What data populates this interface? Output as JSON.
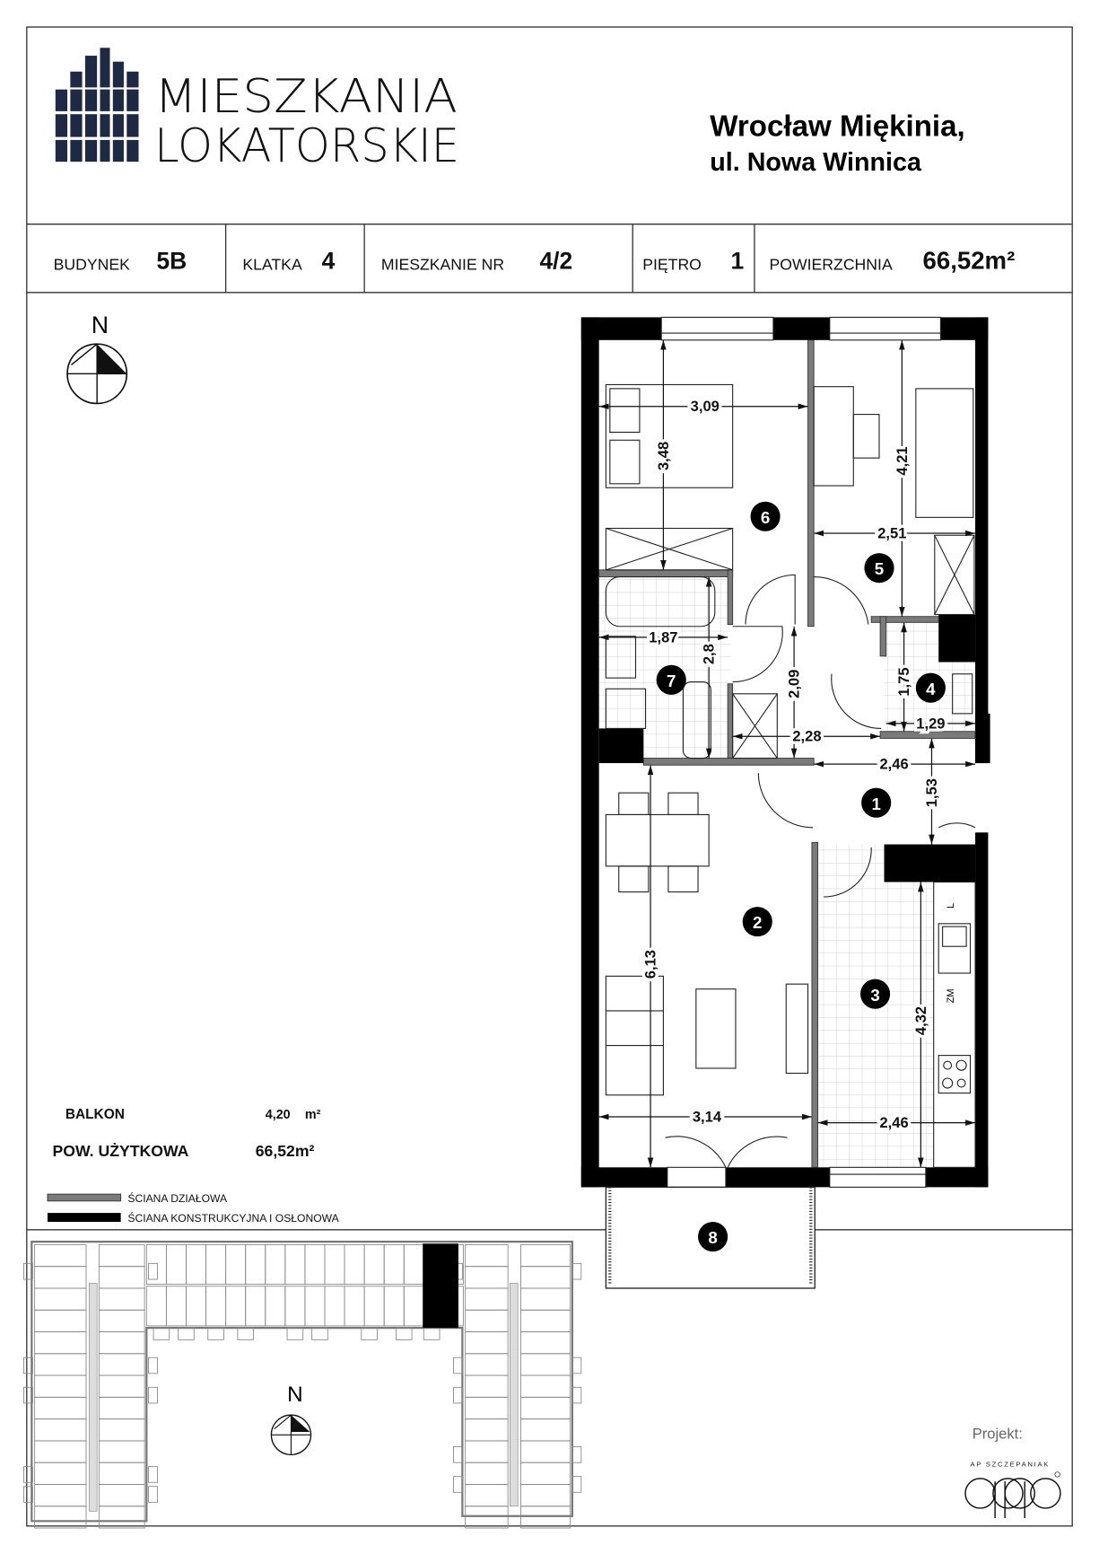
{
  "header": {
    "logo_line1": "MIESZKANIA",
    "logo_line2": "LOKATORSKIE",
    "address_line1": "Wrocław Miękinia,",
    "address_line2": "ul. Nowa Winnica"
  },
  "info": {
    "building_label": "BUDYNEK",
    "building_value": "5B",
    "stair_label": "KLATKA",
    "stair_value": "4",
    "apartment_label": "MIESZKANIE NR",
    "apartment_value": "4/2",
    "floor_label": "PIĘTRO",
    "floor_value": "1",
    "area_label": "POWIERZCHNIA",
    "area_value": "66,52m²"
  },
  "compass": {
    "north_label": "N"
  },
  "summary": {
    "balcony_label": "BALKON",
    "balcony_value": "4,20",
    "balcony_unit": "m²",
    "usable_label": "POW. UŻYTKOWA",
    "usable_value": "66,52m²"
  },
  "legend": {
    "partition_wall": "ŚCIANA DZIAŁOWA",
    "structural_wall": "ŚCIANA KONSTRUKCYJNA I OSŁONOWA",
    "partition_color": "#7a7a7a",
    "structural_color": "#000000"
  },
  "plan": {
    "rooms": [
      "1",
      "2",
      "3",
      "4",
      "5",
      "6",
      "7",
      "8"
    ],
    "dimensions": [
      "3,09",
      "3,48",
      "4,21",
      "2,51",
      "1,87",
      "2,8",
      "2,09",
      "1,75",
      "1,29",
      "2,28",
      "2,46",
      "1,53",
      "6,13",
      "4,32",
      "3,14",
      "2,46"
    ],
    "kitchen_labels": [
      "L",
      "ZM"
    ]
  },
  "site_plan": {
    "north_label": "N"
  },
  "credits": {
    "project_label": "Projekt:",
    "firm_name": "AP SZCZEPANIAK",
    "firm_logo": "apap"
  },
  "colors": {
    "logo": "#1e2a44"
  }
}
